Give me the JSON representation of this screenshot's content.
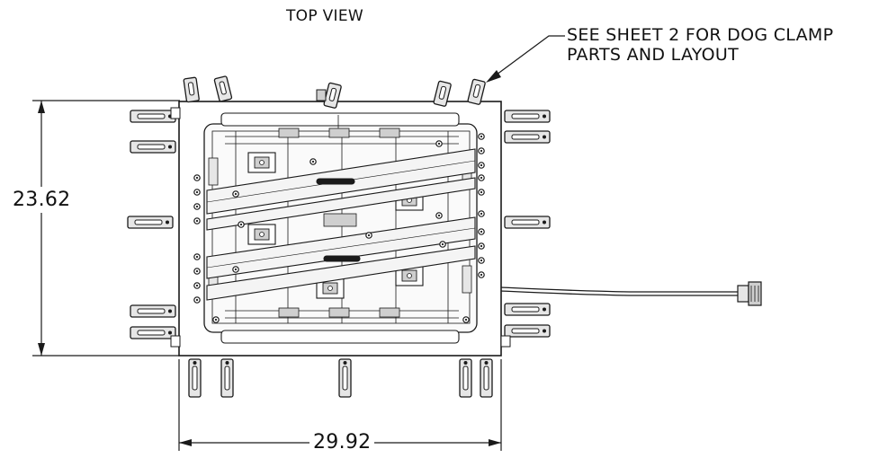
{
  "drawing": {
    "view_title": "TOP VIEW",
    "note_line1": "SEE SHEET 2 FOR DOG CLAMP",
    "note_line2": "PARTS AND LAYOUT",
    "dim_height": "23.62",
    "dim_width": "29.92"
  },
  "colors": {
    "line": "#1a1a1a",
    "clamp_fill": "#e6e6e6",
    "bar_fill": "#f4f4f4",
    "detail_fill": "#cfcfcf"
  },
  "icons": {
    "clamp": "dog-clamp-icon",
    "cable": "cable-connector-icon"
  }
}
